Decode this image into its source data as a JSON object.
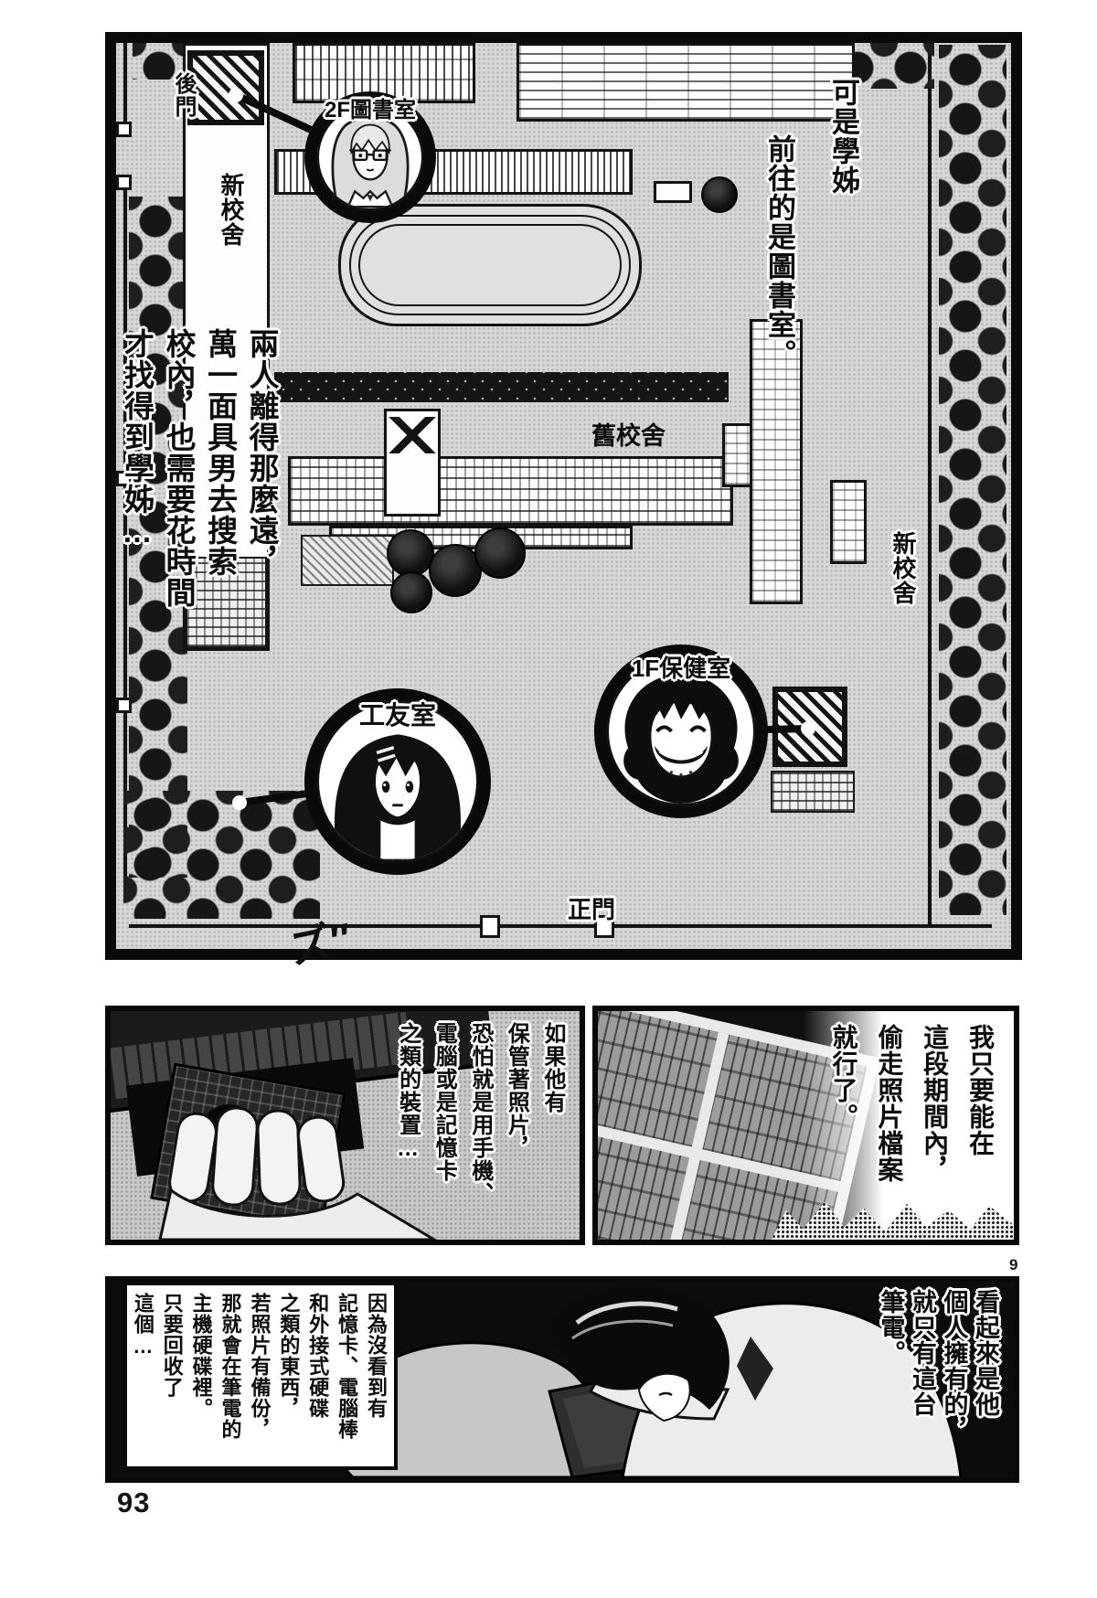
{
  "map": {
    "speech_top_right_col1": "可是學姊",
    "speech_top_right_col2": "前往的是圖書室。",
    "speech_left": "兩人離得那麼遠，\n萬一面具男去搜索\n校內，也需要花時間\n才找得到學姊…",
    "labels": {
      "back_gate": "後門",
      "new_building_left": "新校舍",
      "old_building": "舊校舍",
      "new_building_right": "新校舍",
      "main_gate": "正門"
    },
    "pins": {
      "library": "2F圖書室",
      "janitor_room": "工友室",
      "infirmary": "1F保健室"
    }
  },
  "panel_hdd": {
    "speech": "如果他有\n保管著照片，\n恐怕就是用手機、\n電腦或是記憶卡\n之類的裝置…",
    "sfx": "ズ″"
  },
  "panel_window": {
    "speech": "我只要能在\n這段期間內，\n偷走照片檔案\n就行了。"
  },
  "panel_girl": {
    "speech_right": "看起來是他\n個人擁有的，\n就只有這台\n筆電。",
    "speech_left": "因為沒看到有\n記憶卡、電腦棒\n和外接式硬碟\n之類的東西，\n若照片有備份，\n那就會在筆電的\n主機硬碟裡。\n只要回收了\n這個…"
  },
  "page": {
    "panel_number": "9",
    "page_number": "93"
  }
}
